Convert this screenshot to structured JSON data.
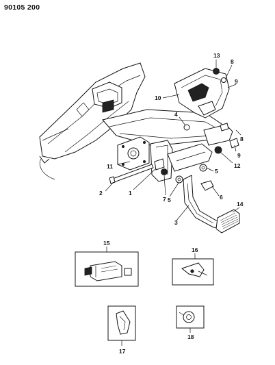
{
  "diagram_code": "90105 200",
  "callouts": {
    "c1": "1",
    "c2": "2",
    "c3": "3",
    "c4": "4",
    "c5a": "5",
    "c5b": "5",
    "c6": "6",
    "c7": "7",
    "c8a": "8",
    "c8b": "8",
    "c9a": "9",
    "c9b": "9",
    "c10": "10",
    "c11": "11",
    "c12": "12",
    "c13": "13",
    "c14": "14",
    "c15": "15",
    "c16": "16",
    "c17": "17",
    "c18": "18"
  }
}
